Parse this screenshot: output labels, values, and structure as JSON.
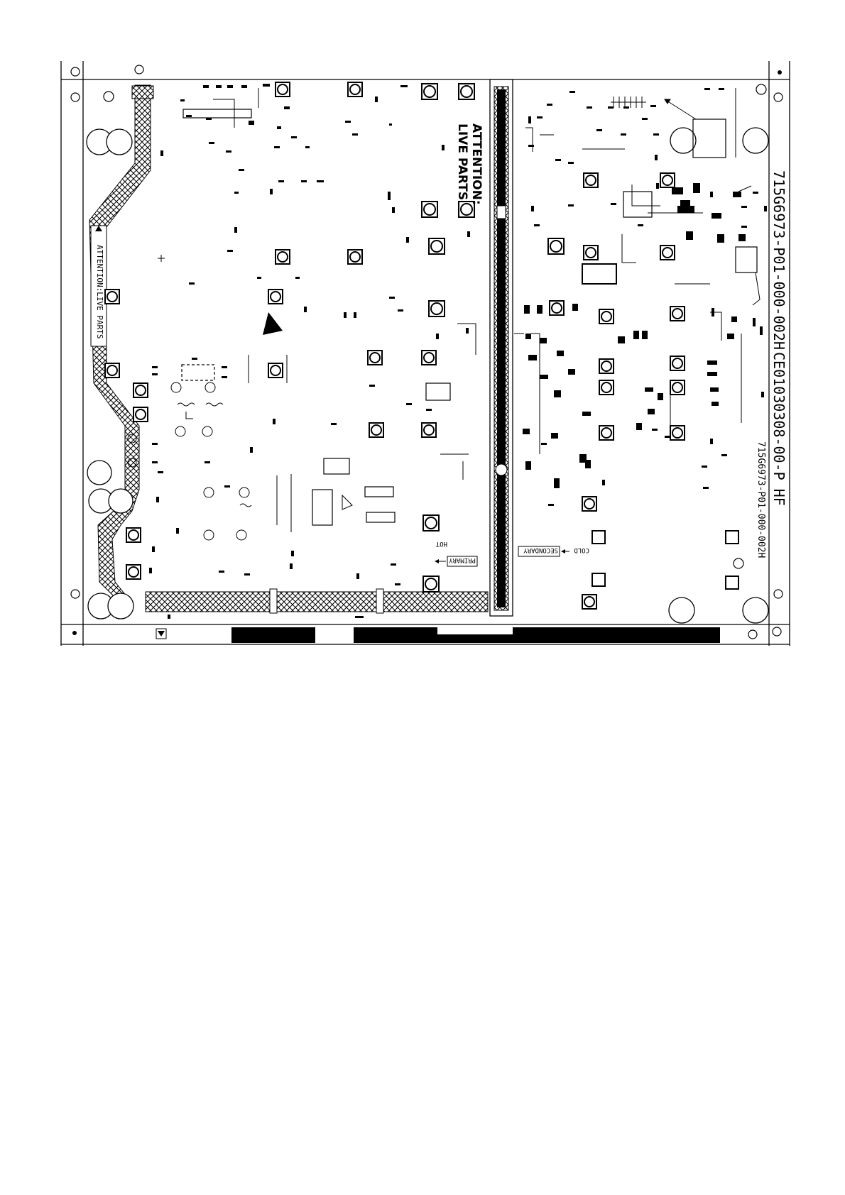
{
  "board": {
    "part_number_top": "715G6973-P01-000-002H",
    "part_number_bottom": "715G6973-P01-000-002H",
    "cert_code": "CE01030308-00-P HF",
    "attention_line1": "ATTENTION:",
    "attention_line2": "LIVE PARTS",
    "attention_strip": "ATTENTION:LIVE PARTS",
    "primary_label": "PRIMARY",
    "hot_label": "HOT",
    "secondary_label": "SECONDARY",
    "cold_label": "COLD"
  },
  "colors": {
    "ink": "#000000",
    "paper": "#ffffff"
  }
}
